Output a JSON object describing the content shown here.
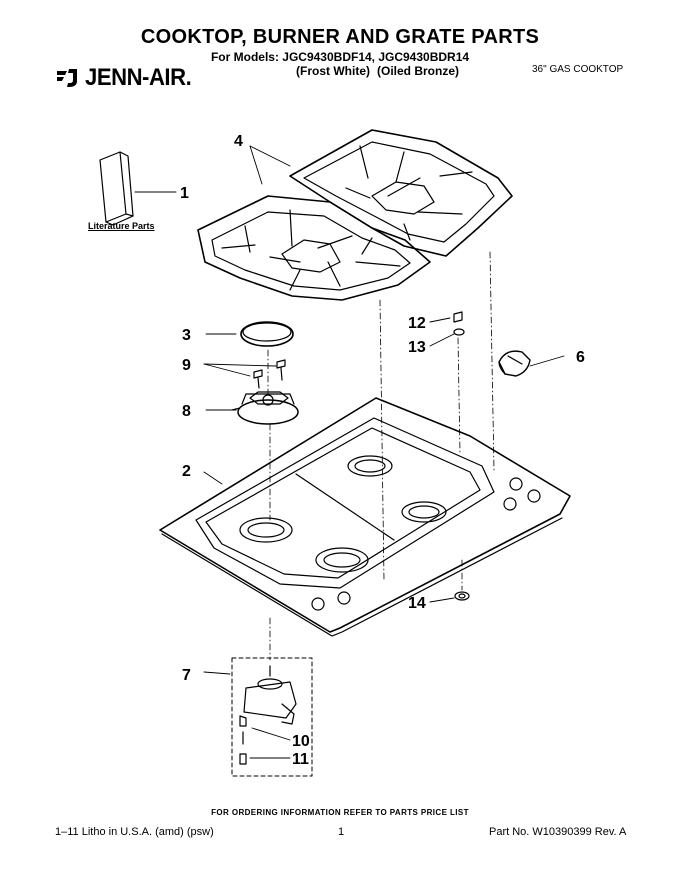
{
  "header": {
    "title": "COOKTOP, BURNER AND GRATE PARTS",
    "models_line": "For Models: JGC9430BDF14, JGC9430BDR14",
    "variant_1": "(Frost White)",
    "variant_2": "(Oiled Bronze)",
    "brand": "JENN-AIR.",
    "product_type": "36\" GAS COOKTOP"
  },
  "diagram": {
    "literature_label": "Literature Parts",
    "callouts": [
      "1",
      "2",
      "3",
      "4",
      "6",
      "7",
      "8",
      "9",
      "10",
      "11",
      "12",
      "13",
      "14"
    ]
  },
  "footer": {
    "ordering_note": "FOR ORDERING INFORMATION REFER TO PARTS PRICE LIST",
    "litho": "1–11 Litho in U.S.A. (amd) (psw)",
    "page": "1",
    "part_no": "Part No. W10390399 Rev. A"
  }
}
